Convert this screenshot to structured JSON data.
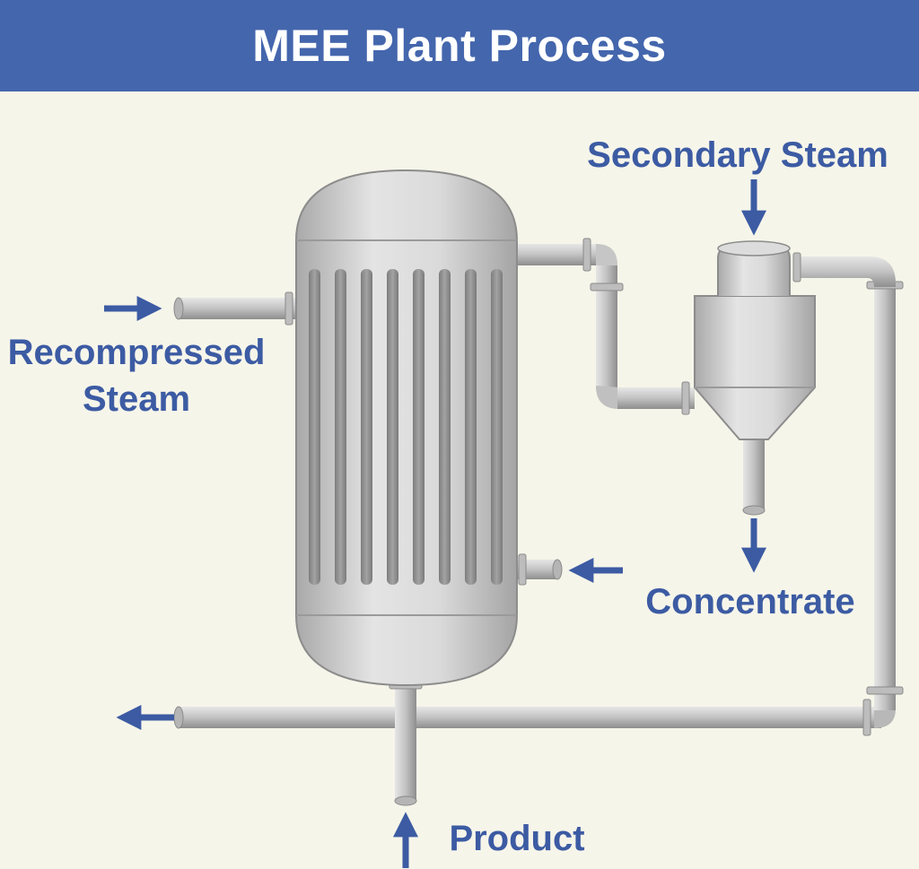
{
  "title": "MEE Plant Process",
  "labels": {
    "recompressed_steam_line1": "Recompressed",
    "recompressed_steam_line2": "Steam",
    "secondary_steam": "Secondary Steam",
    "concentrate": "Concentrate",
    "product": "Product"
  },
  "colors": {
    "header": "#4466ad",
    "background": "#f6f5ea",
    "arrow": "#3c5ba3",
    "pipe": "#c4c4c4",
    "vessel": "#d2d2d2"
  },
  "icons": {
    "arrows": "arrow-icon",
    "vessel": "evaporator-vessel",
    "separator": "cyclone-separator"
  }
}
